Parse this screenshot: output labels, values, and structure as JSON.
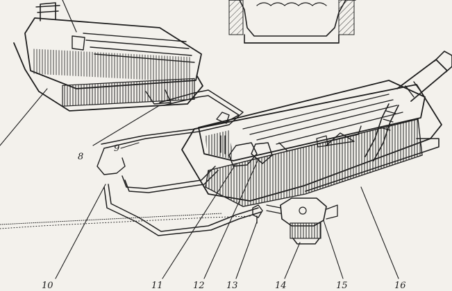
{
  "labels": {
    "l8": "8",
    "l9": "9",
    "l10": "10",
    "l11": "11",
    "l12": "12",
    "l13": "13",
    "l14": "14",
    "l15": "15",
    "l16": "16"
  },
  "colors": {
    "paper": "#f3f1ec",
    "ink": "#1d1d1d"
  }
}
